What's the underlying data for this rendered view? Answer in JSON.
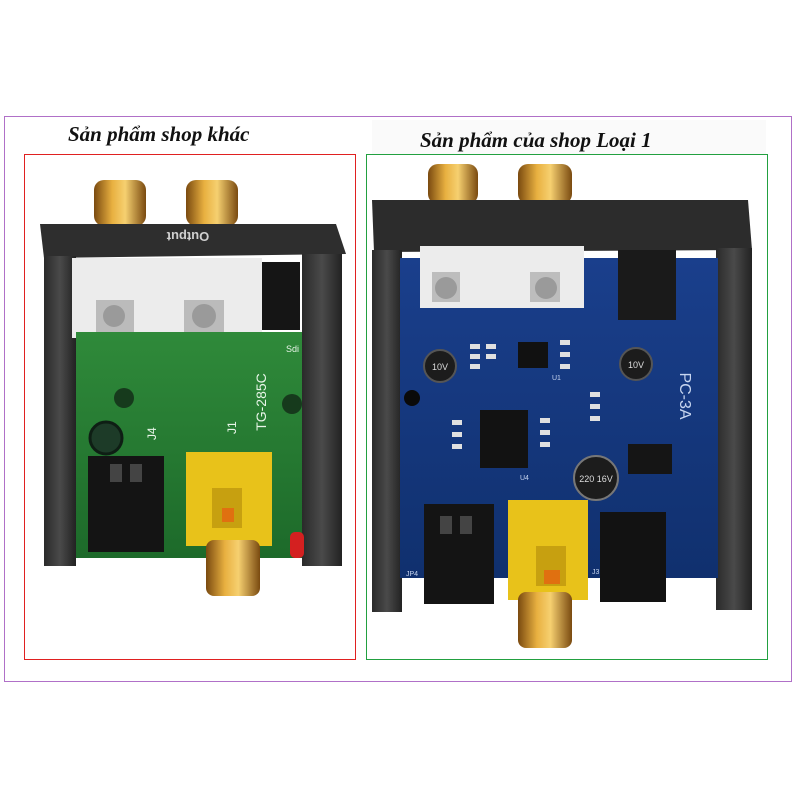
{
  "captions": {
    "left": "Sản phẩm shop khác",
    "right": "Sản phẩm của shop Loại 1"
  },
  "board_text": {
    "left_output": "Output",
    "left_model": "TG-285C",
    "left_j1": "J1",
    "left_j4": "J4",
    "left_sdi": "Sdi",
    "right_model": "PC-3A",
    "right_cap1": "10V",
    "right_cap2": "10V",
    "right_cap3": "220 16V",
    "right_u1": "U1",
    "right_u4": "U4",
    "right_jp4": "JP4",
    "right_j3": "J3"
  },
  "colors": {
    "frame": "#b070c8",
    "left_border": "#e02020",
    "right_border": "#22a040"
  }
}
